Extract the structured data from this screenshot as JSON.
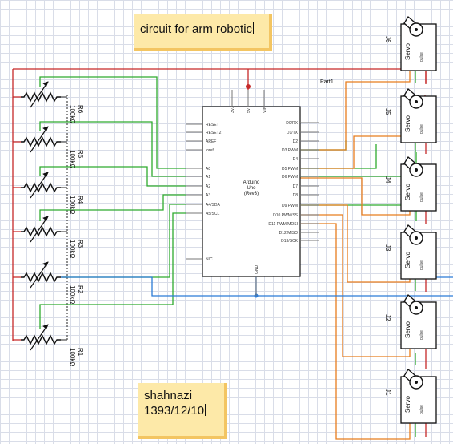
{
  "notes": {
    "title": "circuit for arm robotic",
    "author_name": "shahnazi",
    "author_date": "1393/12/10"
  },
  "board": {
    "name": "Arduino",
    "model": "Uno",
    "revision": "(Rev3)",
    "part_label": "Part1",
    "top_pins": [
      "3V3",
      "5V",
      "VIN"
    ],
    "bottom_pin": "GND",
    "left_pins": [
      "RESET",
      "RESET2",
      "AREF",
      "ioref",
      "A0",
      "A1",
      "A2",
      "A3",
      "A4/SDA",
      "A5/SCL",
      "N/C"
    ],
    "right_pins": [
      "D0/RX",
      "D1/TX",
      "D2",
      "D3 PWM",
      "D4",
      "D5 PWM",
      "D6 PWM",
      "D7",
      "D8",
      "D9 PWM",
      "D10 PWM/SS",
      "D11 PWM/MOSI",
      "D12/MISO",
      "D13/SCK"
    ]
  },
  "resistors": [
    {
      "ref": "R6",
      "value": "100kΩ"
    },
    {
      "ref": "R5",
      "value": "100kΩ"
    },
    {
      "ref": "R4",
      "value": "100kΩ"
    },
    {
      "ref": "R3",
      "value": "100kΩ"
    },
    {
      "ref": "R2",
      "value": "100kΩ"
    },
    {
      "ref": "R1",
      "value": "100kΩ"
    }
  ],
  "servos": [
    {
      "ref": "J6",
      "label": "Servo",
      "pin_label": "pulse"
    },
    {
      "ref": "J5",
      "label": "Servo",
      "pin_label": "pulse"
    },
    {
      "ref": "J4",
      "label": "Servo",
      "pin_label": "pulse"
    },
    {
      "ref": "J3",
      "label": "Servo",
      "pin_label": "pulse"
    },
    {
      "ref": "J2",
      "label": "Servo",
      "pin_label": "pulse"
    },
    {
      "ref": "J1",
      "label": "Servo",
      "pin_label": "pulse"
    }
  ],
  "colors": {
    "power_wire": "#c62828",
    "signal_wire": "#2eaa2e",
    "pwm_wire": "#e87d1e",
    "ground_wire": "#2b7bd6",
    "note_bg": "#fde9a8"
  }
}
